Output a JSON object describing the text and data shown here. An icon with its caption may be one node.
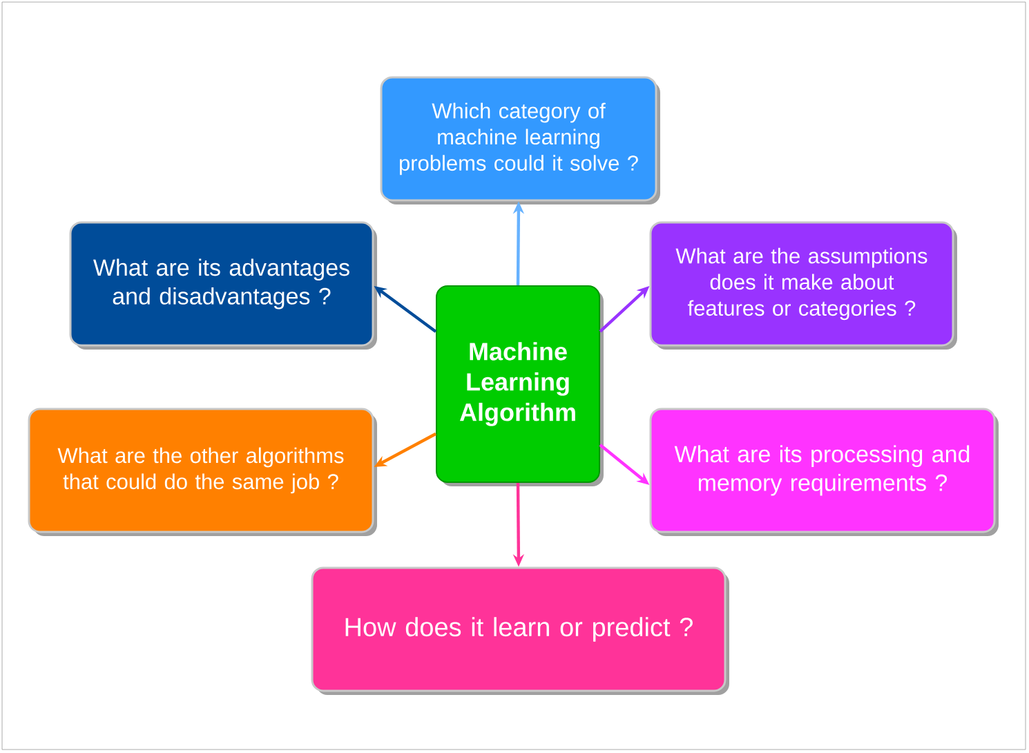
{
  "diagram": {
    "nodes": [
      {
        "text": [
          "Machine Learning Algorithm"
        ]
      },
      {
        "text": [
          "Which category of machine learning problems could it solve ?"
        ]
      },
      {
        "text": [
          "What are its advantages and disadvantages ?"
        ]
      },
      {
        "text": [
          "What are the assumptions does it make about features or categories ?"
        ]
      },
      {
        "text": [
          "What are the other algorithms that could do the same job ?"
        ]
      },
      {
        "text": [
          "What are its processing and memory requirements ?"
        ]
      },
      {
        "text": [
          "How does it learn or predict ?"
        ]
      }
    ],
    "edges": [
      {
        "from": 0,
        "to": 1,
        "arrow": "to",
        "color": "#66b2ff"
      },
      {
        "from": 0,
        "to": 2,
        "arrow": "to",
        "color": "#004c99"
      },
      {
        "from": 0,
        "to": 3,
        "arrow": "to",
        "color": "#9933ff"
      },
      {
        "from": 0,
        "to": 4,
        "arrow": "to",
        "color": "#ff8000"
      },
      {
        "from": 0,
        "to": 5,
        "arrow": "to",
        "color": "#ff33ff"
      },
      {
        "from": 0,
        "to": 6,
        "arrow": "to",
        "color": "#ff3399"
      }
    ]
  }
}
